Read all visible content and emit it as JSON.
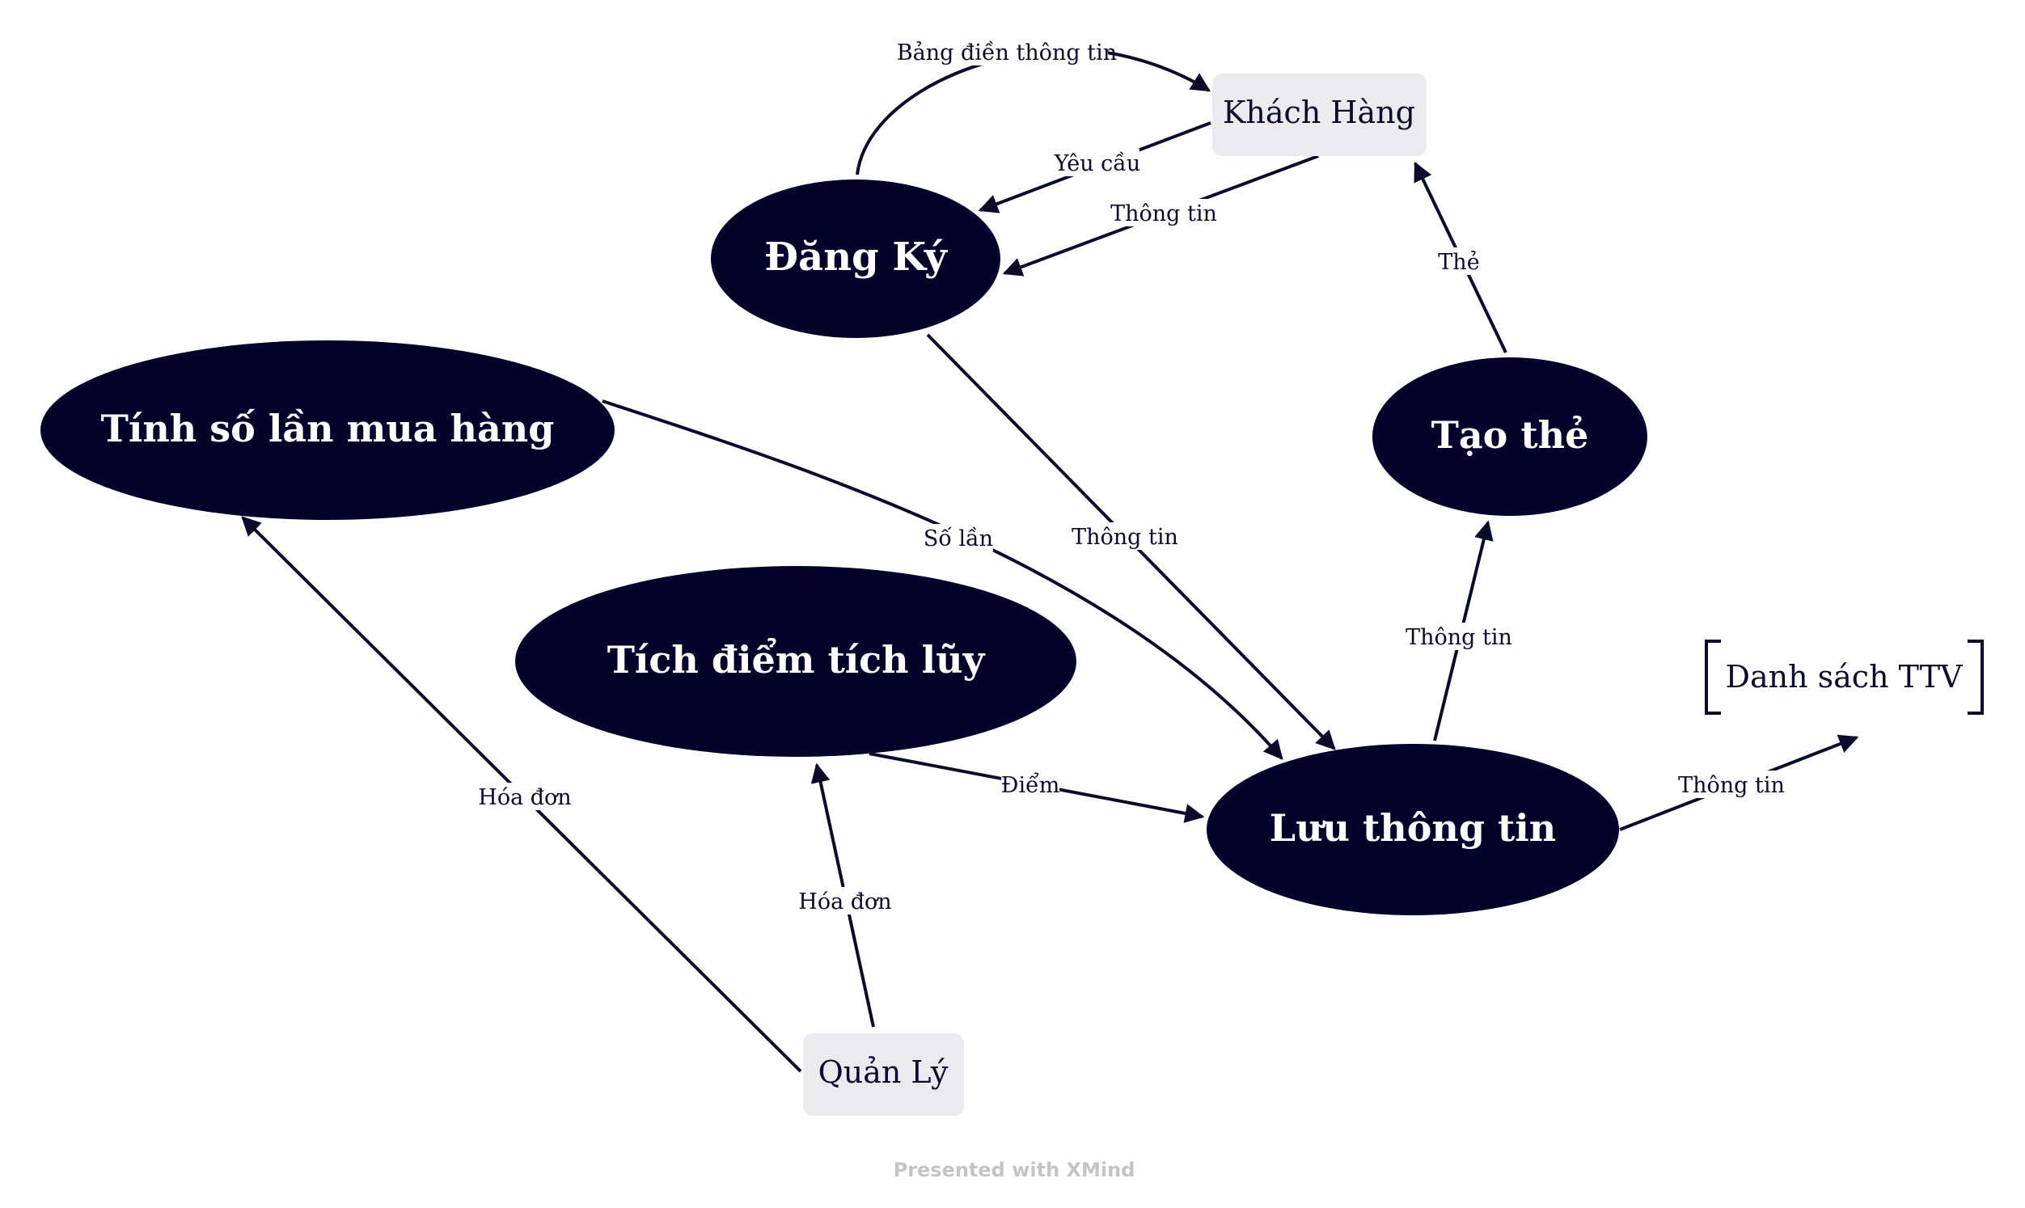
{
  "processes": {
    "dang_ky": "Đăng Ký",
    "tinh_so_lan": "Tính số lần mua hàng",
    "tich_diem": "Tích điểm tích lũy",
    "luu_thong_tin": "Lưu thông tin",
    "tao_the": "Tạo thẻ"
  },
  "entities": {
    "khach_hang": "Khách Hàng",
    "quan_ly": "Quản Lý"
  },
  "data_store": {
    "label": "Danh sách TTV"
  },
  "flows": {
    "bang_dien": "Bảng điền thông tin",
    "yeu_cau": "Yêu cầu",
    "thong_tin_kh": "Thông tin",
    "the": "Thẻ",
    "so_lan": "Số lần",
    "thong_tin_dk": "Thông tin",
    "thong_tin_tao": "Thông tin",
    "diem": "Điểm",
    "hoa_don_tinh": "Hóa đơn",
    "hoa_don_tich": "Hóa đơn",
    "thong_tin_ds": "Thông tin"
  },
  "footer": "Presented with XMind",
  "colors": {
    "process_fill": "#02022a",
    "entity_fill": "#ebeaee",
    "line": "#0a0a2a",
    "footer": "#c4c4c8"
  }
}
